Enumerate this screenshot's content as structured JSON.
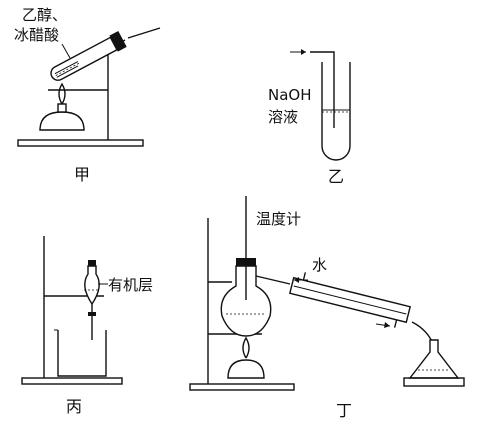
{
  "panels": {
    "jia": {
      "caption": "甲",
      "reagent_line1": "乙醇、",
      "reagent_line2": "冰醋酸"
    },
    "yi": {
      "caption": "乙",
      "solution_line1": "NaOH",
      "solution_line2": "溶液"
    },
    "bing": {
      "caption": "丙",
      "layer_label": "有机层"
    },
    "ding": {
      "caption": "丁",
      "thermometer_label": "温度计",
      "water_label": "水"
    }
  }
}
